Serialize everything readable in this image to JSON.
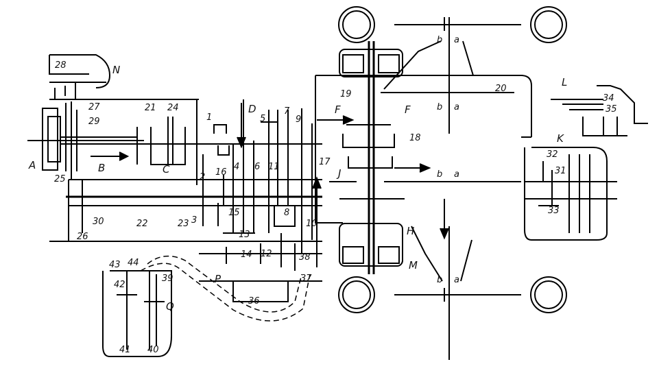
{
  "labels": {
    "A": "A",
    "B": "B",
    "C": "C",
    "D": "D",
    "F1": "F",
    "F2": "F",
    "H": "H",
    "J": "J",
    "K": "K",
    "L": "L",
    "M": "M",
    "N": "N",
    "P": "P",
    "Q": "Q"
  },
  "numbers": {
    "n1": "1",
    "n2": "2",
    "n3": "3",
    "n4": "4",
    "n5": "5",
    "n6": "6",
    "n7": "7",
    "n8": "8",
    "n9": "9",
    "n10": "10",
    "n11": "11",
    "n12": "12",
    "n13": "13",
    "n14": "14",
    "n15": "15",
    "n16": "16",
    "n17": "17",
    "n18": "18",
    "n19": "19",
    "n20": "20",
    "n21": "21",
    "n22": "22",
    "n23": "23",
    "n24": "24",
    "n25": "25",
    "n26": "26",
    "n27": "27",
    "n28": "28",
    "n29": "29",
    "n30": "30",
    "n31": "31",
    "n32": "32",
    "n33": "33",
    "n34": "34",
    "n35": "35",
    "n36": "36",
    "n37": "37",
    "n38": "38",
    "n39": "39",
    "n40": "40",
    "n41": "41",
    "n42": "42",
    "n43": "43",
    "n44": "44"
  },
  "axle_marks": {
    "b": "b",
    "a": "a"
  }
}
